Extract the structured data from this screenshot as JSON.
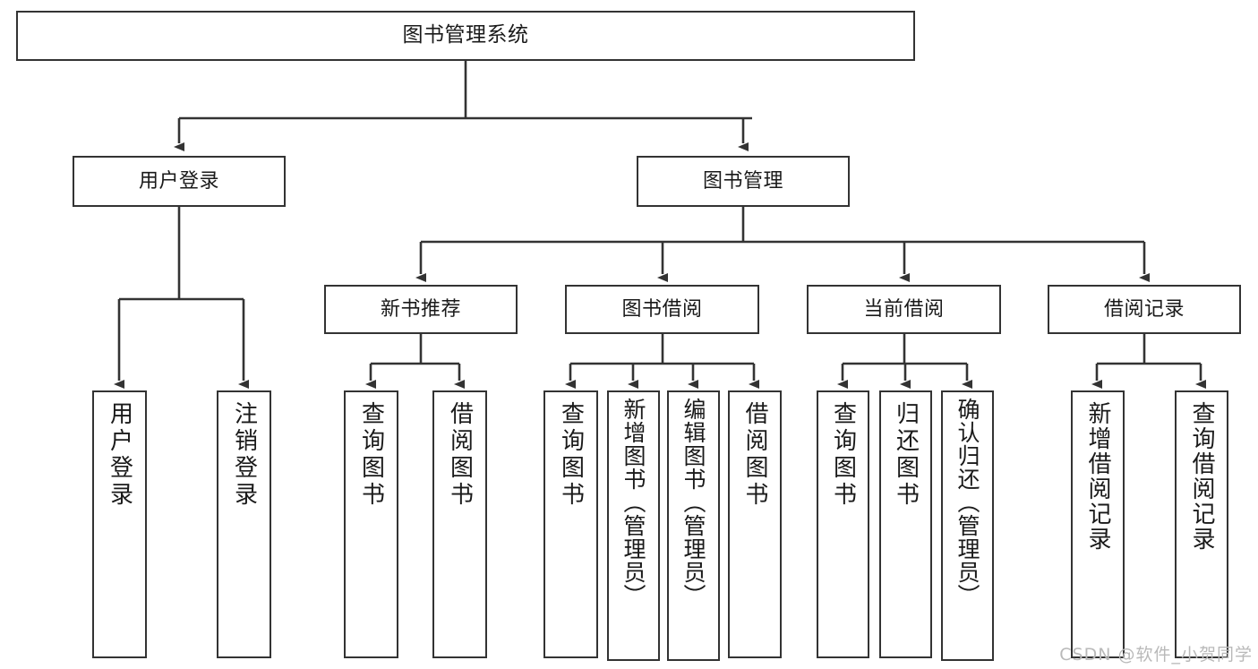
{
  "diagram": {
    "title": "图书管理系统",
    "type": "hierarchy-tree",
    "watermark": "CSDN @软件_小贺同学",
    "colors": {
      "box_border": "#333333",
      "box_fill": "#ffffff",
      "edge": "#333333",
      "text": "#1a1a1a",
      "watermark": "#b9b9b9",
      "background": "#ffffff"
    },
    "root": {
      "label": "图书管理系统"
    },
    "level1": [
      {
        "label": "用户登录"
      },
      {
        "label": "图书管理"
      }
    ],
    "level2": [
      {
        "label": "新书推荐"
      },
      {
        "label": "图书借阅"
      },
      {
        "label": "当前借阅"
      },
      {
        "label": "借阅记录"
      }
    ],
    "leaves": {
      "user_login": [
        {
          "label": "用户登录"
        },
        {
          "label": "注销登录"
        }
      ],
      "new_book_recommend": [
        {
          "label": "查询图书"
        },
        {
          "label": "借阅图书"
        }
      ],
      "book_borrow": [
        {
          "label": "查询图书"
        },
        {
          "label": "新增图书（管理员）"
        },
        {
          "label": "编辑图书（管理员）"
        },
        {
          "label": "借阅图书"
        }
      ],
      "current_borrow": [
        {
          "label": "查询图书"
        },
        {
          "label": "归还图书"
        },
        {
          "label": "确认归还（管理员）"
        }
      ],
      "borrow_record": [
        {
          "label": "新增借阅记录"
        },
        {
          "label": "查询借阅记录"
        }
      ]
    }
  }
}
